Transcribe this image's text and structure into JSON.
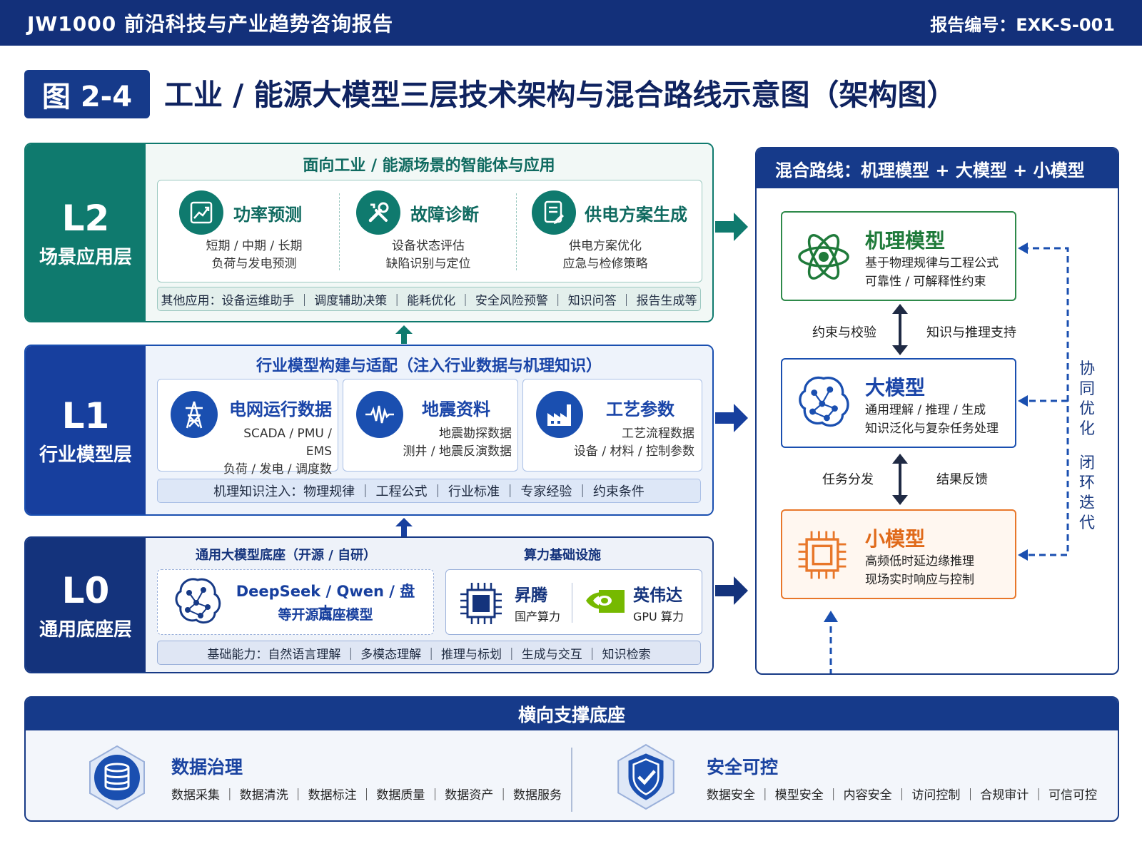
{
  "header": {
    "title": "JW1000 前沿科技与产业趋势咨询报告",
    "report_no": "报告编号：EXK-S-001"
  },
  "figure": {
    "tag": "图 2-4",
    "title": "工业 / 能源大模型三层技术架构与混合路线示意图（架构图）"
  },
  "l2": {
    "code": "L2",
    "name": "场景应用层",
    "title": "面向工业 / 能源场景的智能体与应用",
    "cards": [
      {
        "title": "功率预测",
        "line1": "短期 / 中期 / 长期",
        "line2": "负荷与发电预测",
        "icon": "chart-trend-icon"
      },
      {
        "title": "故障诊断",
        "line1": "设备状态评估",
        "line2": "缺陷识别与定位",
        "icon": "tools-icon"
      },
      {
        "title": "供电方案生成",
        "line1": "供电方案优化",
        "line2": "应急与检修策略",
        "icon": "document-edit-icon"
      }
    ],
    "strip": "其他应用：设备运维助手 ｜ 调度辅助决策 ｜ 能耗优化 ｜ 安全风险预警 ｜ 知识问答 ｜ 报告生成等"
  },
  "l1": {
    "code": "L1",
    "name": "行业模型层",
    "title": "行业模型构建与适配（注入行业数据与机理知识）",
    "cards": [
      {
        "title": "电网运行数据",
        "line1": "SCADA / PMU / EMS",
        "line2": "负荷 / 发电 / 调度数据",
        "icon": "power-tower-icon"
      },
      {
        "title": "地震资料",
        "line1": "地震勘探数据",
        "line2": "测井 / 地震反演数据",
        "icon": "waveform-icon"
      },
      {
        "title": "工艺参数",
        "line1": "工艺流程数据",
        "line2": "设备 / 材料 / 控制参数",
        "icon": "factory-icon"
      }
    ],
    "strip": "机理知识注入：物理规律 ｜ 工程公式 ｜ 行业标准 ｜ 专家经验 ｜ 约束条件"
  },
  "l0": {
    "code": "L0",
    "name": "通用底座层",
    "left_title": "通用大模型底座（开源 / 自研）",
    "right_title": "算力基础设施",
    "base_line1": "DeepSeek / Qwen / 盘古",
    "base_line2": "等开源底座模型",
    "ascend_title": "昇腾",
    "ascend_sub": "国产算力",
    "nvidia_title": "英伟达",
    "nvidia_sub": "GPU 算力",
    "strip": "基础能力：自然语言理解 ｜ 多模态理解 ｜ 推理与标划 ｜ 生成与交互 ｜ 知识检索"
  },
  "hybrid": {
    "title": "混合路线：机理模型 + 大模型 + 小模型",
    "mech": {
      "title": "机理模型",
      "l1": "基于物理规律与工程公式",
      "l2": "可靠性 / 可解释性约束"
    },
    "llm": {
      "title": "大模型",
      "l1": "通用理解 / 推理 / 生成",
      "l2": "知识泛化与复杂任务处理"
    },
    "slm": {
      "title": "小模型",
      "l1": "高频低时延边缘推理",
      "l2": "现场实时响应与控制"
    },
    "edge1_left": "约束与校验",
    "edge1_right": "知识与推理支持",
    "edge2_left": "任务分发",
    "edge2_right": "结果反馈",
    "loop_a": [
      "协",
      "同",
      "优",
      "化"
    ],
    "loop_b": [
      "闭",
      "环",
      "迭",
      "代"
    ]
  },
  "support": {
    "title": "横向支撑底座",
    "gov_title": "数据治理",
    "gov_sub": "数据采集 ｜ 数据清洗 ｜ 数据标注 ｜ 数据质量 ｜ 数据资产 ｜ 数据服务",
    "sec_title": "安全可控",
    "sec_sub": "数据安全 ｜ 模型安全 ｜ 内容安全 ｜ 访问控制 ｜ 合规审计 ｜ 可信可控"
  },
  "colors": {
    "navy": "#163a8a",
    "teal": "#0f7a6e",
    "blue": "#1a4fb0",
    "orange": "#e8772a",
    "green": "#1f7a3a"
  }
}
